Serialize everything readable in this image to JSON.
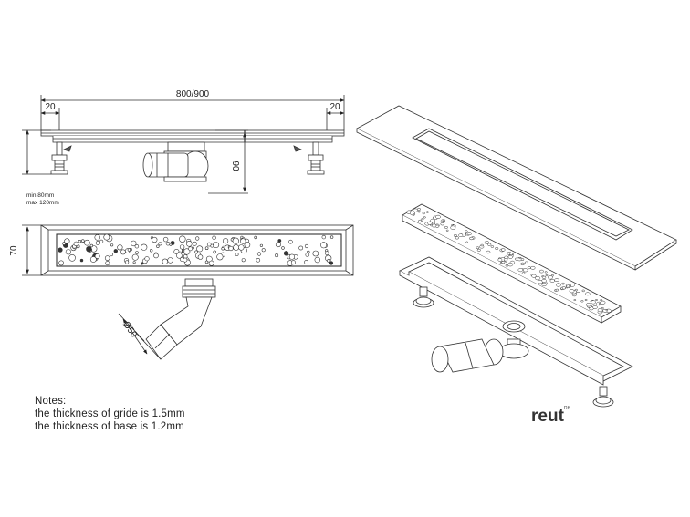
{
  "dimensions": {
    "length": "800/900",
    "edge_left": "20",
    "edge_right": "20",
    "height": "90",
    "width": "70",
    "outlet_diameter": "Ø50",
    "leg_min": "min 80mm",
    "leg_max": "max 120mm"
  },
  "notes": {
    "heading": "Notes:",
    "line1": "the thickness of gride is 1.5mm",
    "line2": "the thickness of base is 1.2mm"
  },
  "brand": {
    "name": "reut",
    "mark": "RK"
  }
}
